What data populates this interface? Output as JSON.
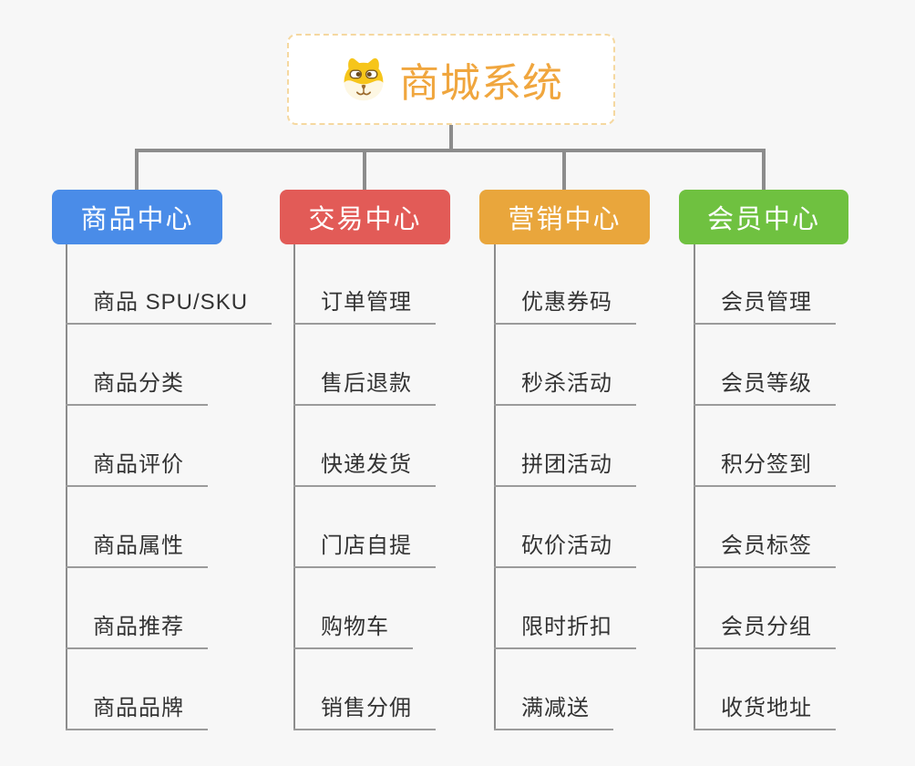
{
  "app": {
    "background_color": "#f7f7f7",
    "connector_color": "#8c8c8c",
    "underline_color": "#9b9b9b",
    "leaf_text_color": "#333333"
  },
  "root": {
    "title": "商城系统",
    "icon": "dog-face-icon",
    "text_color": "#f0a63e",
    "border_color": "#f5d8a0",
    "background_color": "#ffffff"
  },
  "branches": [
    {
      "label": "商品中心",
      "color": "#4a8ce8",
      "children": [
        "商品 SPU/SKU",
        "商品分类",
        "商品评价",
        "商品属性",
        "商品推荐",
        "商品品牌"
      ]
    },
    {
      "label": "交易中心",
      "color": "#e25b57",
      "children": [
        "订单管理",
        "售后退款",
        "快递发货",
        "门店自提",
        "购物车",
        "销售分佣"
      ]
    },
    {
      "label": "营销中心",
      "color": "#e9a63c",
      "children": [
        "优惠券码",
        "秒杀活动",
        "拼团活动",
        "砍价活动",
        "限时折扣",
        "满减送"
      ]
    },
    {
      "label": "会员中心",
      "color": "#6fc140",
      "children": [
        "会员管理",
        "会员等级",
        "积分签到",
        "会员标签",
        "会员分组",
        "收货地址"
      ]
    }
  ]
}
